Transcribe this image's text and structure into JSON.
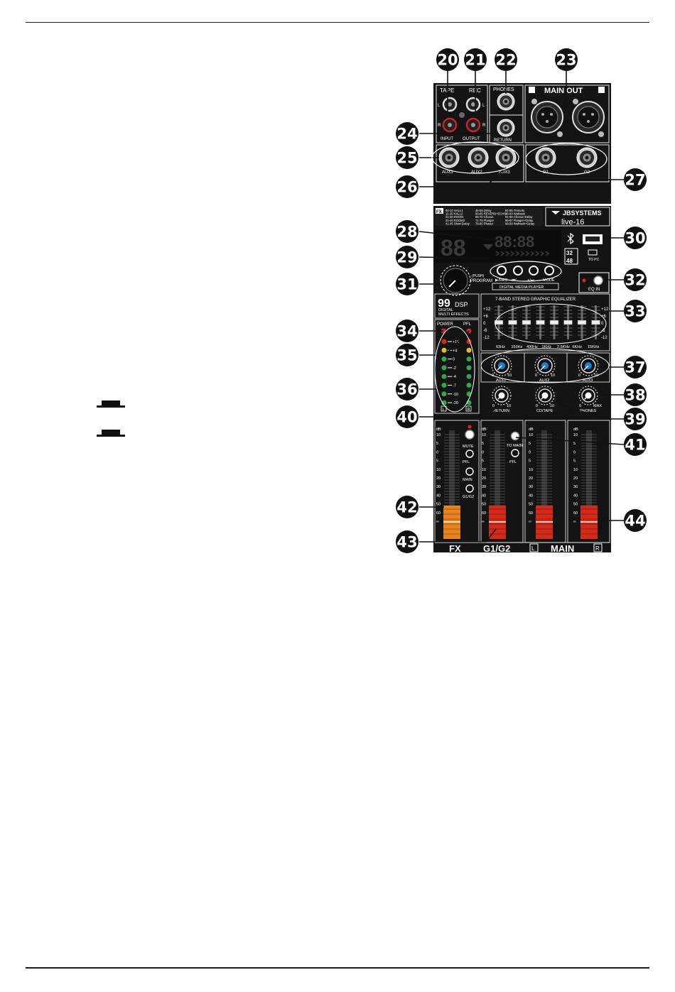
{
  "device": {
    "brand": "JBSYSTEMS",
    "model": "live-16",
    "top_labels": {
      "tape": "TAPE",
      "rec": "REC",
      "phones": "PHONES",
      "main_out": "MAIN OUT",
      "input": "INPUT",
      "output": "OUTPUT",
      "return": "RETURN",
      "l": "L",
      "r": "R"
    },
    "aux_jacks": [
      "AUX1",
      "AUX2",
      "AUX3"
    ],
    "group_jacks": [
      "G1",
      "G2"
    ],
    "fx_presets": [
      "00-10 HALL1",
      "11-20 HALL2",
      "21-30 ROOM",
      "31-40 ROOM2",
      "41-45 Short Delay",
      "46-55 Delay",
      "56-65 REVERB+ECHO",
      "66-70 Chorus",
      "71-75 Flanger",
      "76-80 Phaser",
      "81-85 Tremolo",
      "86-90 Wahwah",
      "91-95 Chorus+Delay",
      "96-97 Flanger+Delay",
      "98-99 Wahwah+Delay"
    ],
    "fx_badge": "FX",
    "display_digits": "88",
    "display_time": "88:88",
    "usb_label": "TO PC",
    "sample_rates": [
      "32",
      "48"
    ],
    "player_buttons": [
      "▶/REC",
      "⏮/-",
      "+/⏭",
      "MODE"
    ],
    "player_title": "DIGITAL MEDIA PLAYER",
    "program_label": "(PUSH) PROGRAM",
    "eq_in_label": "EQ IN",
    "dsp_count": "99",
    "dsp_label": "DSP",
    "dsp_sub": [
      "DIGITAL",
      "MULTI EFFECTS"
    ],
    "eq_title": "7-BAND STEREO GRAPHIC EQUALIZER",
    "eq_scale": [
      "+12",
      "+6",
      "0",
      "-6",
      "-12"
    ],
    "eq_bands": [
      "63Hz",
      "150Hz",
      "400Hz",
      "1KHz",
      "2.5KHz",
      "6KHz",
      "15KHz"
    ],
    "meter_labels": {
      "power": "POWER",
      "pfl": "PFL",
      "l": "L",
      "r": "R"
    },
    "meter_scale": [
      "+10",
      "+4",
      "0",
      "-2",
      "-4",
      "-7",
      "-10",
      "-20"
    ],
    "aux_knobs": [
      "AUX1",
      "AUX2",
      "AUX3"
    ],
    "knob_labels": {
      "return": "RETURN",
      "cd_tape": "CD/TAPE",
      "phones": "PHONES",
      "min": "0",
      "max": "10",
      "phones_max": "MAX"
    },
    "fader_scale": [
      "dB",
      "10",
      "5",
      "0",
      "5",
      "10",
      "20",
      "30",
      "40",
      "50",
      "60",
      "∞"
    ],
    "fx_buttons": [
      "MUTE",
      "PFL",
      "MAIN",
      "G1/G2"
    ],
    "g_buttons": [
      "TO MAIN",
      "PFL"
    ],
    "bottom_labels": {
      "fx": "FX",
      "g1g2": "G1/G2",
      "main": "MAIN",
      "l": "L",
      "r": "R"
    }
  },
  "callouts": [
    {
      "n": "20"
    },
    {
      "n": "21"
    },
    {
      "n": "22"
    },
    {
      "n": "23"
    },
    {
      "n": "24"
    },
    {
      "n": "25"
    },
    {
      "n": "26"
    },
    {
      "n": "27"
    },
    {
      "n": "28"
    },
    {
      "n": "29"
    },
    {
      "n": "30"
    },
    {
      "n": "31"
    },
    {
      "n": "32"
    },
    {
      "n": "33"
    },
    {
      "n": "34"
    },
    {
      "n": "35"
    },
    {
      "n": "36"
    },
    {
      "n": "37"
    },
    {
      "n": "38"
    },
    {
      "n": "39"
    },
    {
      "n": "40"
    },
    {
      "n": "41"
    },
    {
      "n": "42"
    },
    {
      "n": "43"
    },
    {
      "n": "44"
    }
  ],
  "colors": {
    "panel": "#141414",
    "callout": "#111111",
    "fx_fader": "#e8821e",
    "red_fader": "#d42a1a",
    "knob_blue": "#1e7fd0",
    "led_green": "#2fa84a",
    "led_yellow": "#e6c21a",
    "led_red": "#d42a1a"
  }
}
